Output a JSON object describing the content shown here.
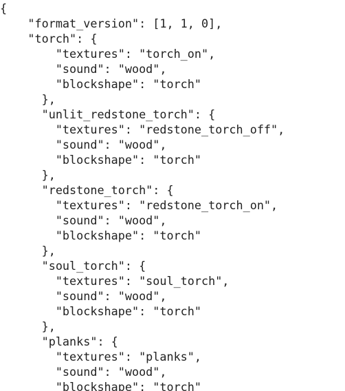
{
  "document": {
    "lines": [
      "{",
      "    \"format_version\": [1, 1, 0],",
      "    \"torch\": {",
      "        \"textures\": \"torch_on\",",
      "        \"sound\": \"wood\",",
      "        \"blockshape\": \"torch\"",
      "      },",
      "      \"unlit_redstone_torch\": {",
      "        \"textures\": \"redstone_torch_off\",",
      "        \"sound\": \"wood\",",
      "        \"blockshape\": \"torch\"",
      "      },",
      "      \"redstone_torch\": {",
      "        \"textures\": \"redstone_torch_on\",",
      "        \"sound\": \"wood\",",
      "        \"blockshape\": \"torch\"",
      "      },",
      "      \"soul_torch\": {",
      "        \"textures\": \"soul_torch\",",
      "        \"sound\": \"wood\",",
      "        \"blockshape\": \"torch\"",
      "      },",
      "      \"planks\": {",
      "        \"textures\": \"planks\",",
      "        \"sound\": \"wood\",",
      "        \"blockshape\": \"torch\""
    ]
  }
}
